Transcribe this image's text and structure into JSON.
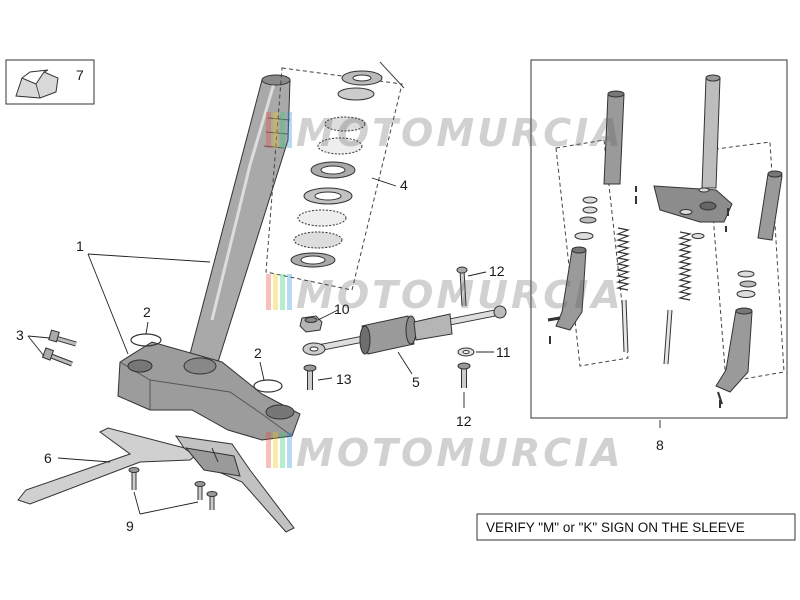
{
  "callouts": {
    "c1": "1",
    "c2a": "2",
    "c2b": "2",
    "c3": "3",
    "c4": "4",
    "c5": "5",
    "c6": "6",
    "c7": "7",
    "c8": "8",
    "c9": "9",
    "c10": "10",
    "c11": "11",
    "c12a": "12",
    "c12b": "12",
    "c13": "13"
  },
  "note": "VERIFY \"M\" or \"K\" SIGN ON THE SLEEVE",
  "watermark": {
    "text": "MOTOMURCIA",
    "colors": [
      "#e74c3c",
      "#f1c40f",
      "#2ecc71",
      "#3498db"
    ]
  },
  "colors": {
    "part_fill": "#a4a4a4",
    "part_dark": "#6e6e6e",
    "line": "#222222"
  }
}
